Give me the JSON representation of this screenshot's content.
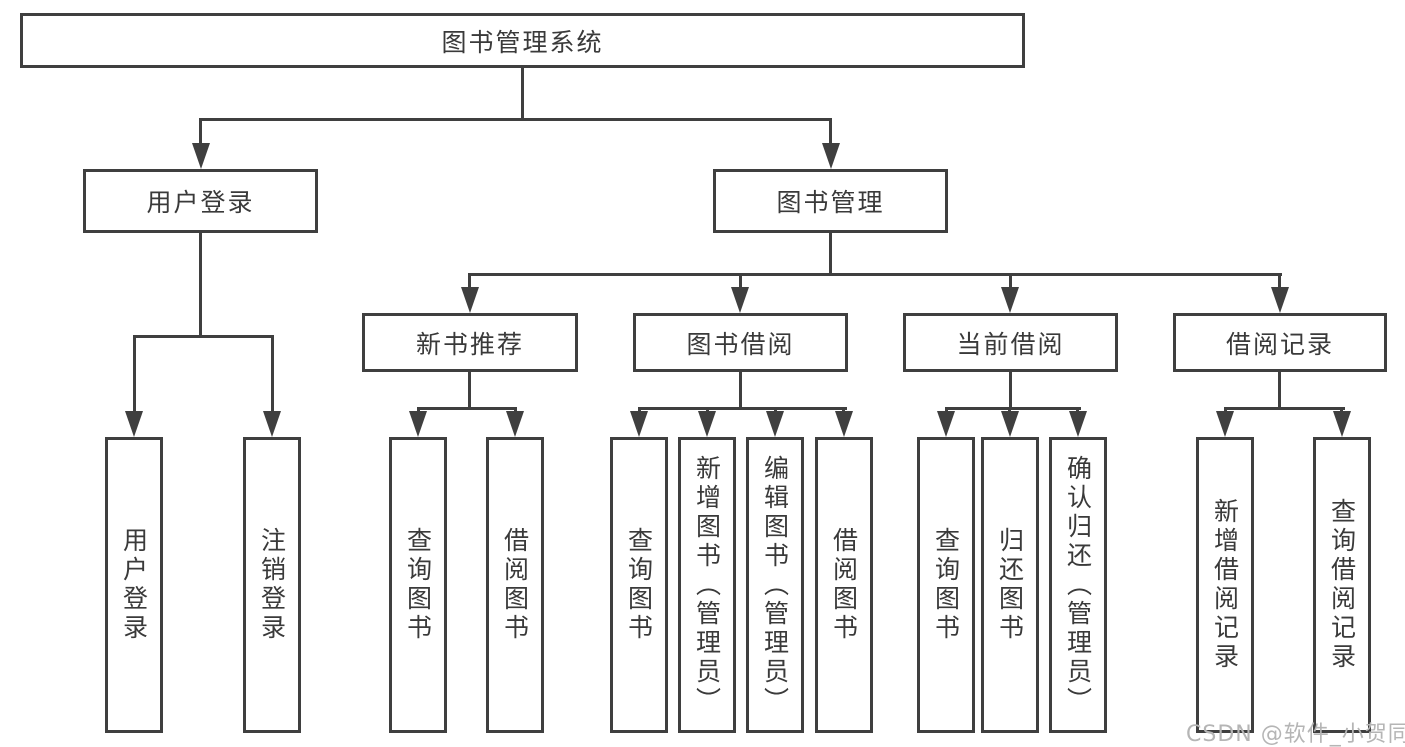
{
  "diagram": {
    "title": "图书管理系统",
    "root": {
      "label": "图书管理系统"
    },
    "level2": [
      {
        "label": "用户登录"
      },
      {
        "label": "图书管理"
      }
    ],
    "level3": [
      {
        "label": "新书推荐",
        "parent": "图书管理"
      },
      {
        "label": "图书借阅",
        "parent": "图书管理"
      },
      {
        "label": "当前借阅",
        "parent": "图书管理"
      },
      {
        "label": "借阅记录",
        "parent": "图书管理"
      }
    ],
    "leaves": [
      {
        "label": "用户登录",
        "parent": "用户登录"
      },
      {
        "label": "注销登录",
        "parent": "用户登录"
      },
      {
        "label": "查询图书",
        "parent": "新书推荐"
      },
      {
        "label": "借阅图书",
        "parent": "新书推荐"
      },
      {
        "label": "查询图书",
        "parent": "图书借阅"
      },
      {
        "label": "新增图书（管理员）",
        "parent": "图书借阅"
      },
      {
        "label": "编辑图书（管理员）",
        "parent": "图书借阅"
      },
      {
        "label": "借阅图书",
        "parent": "图书借阅"
      },
      {
        "label": "查询图书",
        "parent": "当前借阅"
      },
      {
        "label": "归还图书",
        "parent": "当前借阅"
      },
      {
        "label": "确认归还（管理员）",
        "parent": "当前借阅"
      },
      {
        "label": "新增借阅记录",
        "parent": "借阅记录"
      },
      {
        "label": "查询借阅记录",
        "parent": "借阅记录"
      }
    ]
  },
  "watermark": "CSDN @软件_小贺同学",
  "colors": {
    "line": "#3f3f3f",
    "text": "#3a3a3a",
    "watermark": "#b5b5b5",
    "background": "#ffffff"
  }
}
